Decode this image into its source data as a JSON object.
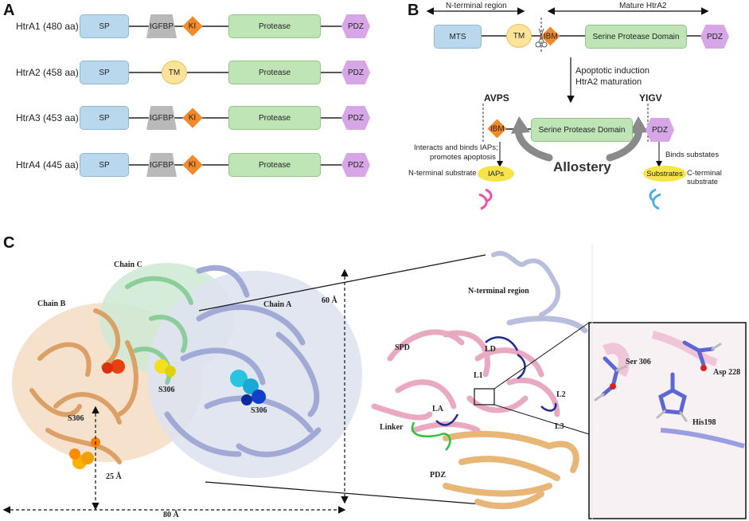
{
  "panel_a": {
    "letter": "A",
    "rows": [
      {
        "label": "HtrA1 (480 aa)"
      },
      {
        "label": "HtrA2 (458 aa)"
      },
      {
        "label": "HtrA3 (453 aa)"
      },
      {
        "label": "HtrA4 (445 aa)"
      }
    ],
    "domains": {
      "sp": "SP",
      "igfbp": "IGFBP",
      "ki": "KI",
      "tm": "TM",
      "protease": "Protease",
      "pdz": "PDZ"
    }
  },
  "panel_b": {
    "letter": "B",
    "n_terminal_region": "N-terminal region",
    "mature": "Mature HtrA2",
    "mts": "MTS",
    "tm": "TM",
    "ibm": "IBM",
    "serine_domain": "Serine Protease Domain",
    "pdz": "PDZ",
    "induction_line1": "Apoptotic induction",
    "induction_line2": "HtrA2 maturation",
    "avps": "AVPS",
    "yigv": "YIGV",
    "interacts_line1": "Interacts and binds IAPs;",
    "interacts_line2": "promotes apoptosis",
    "n_substrate": "N-terminal substrate",
    "iaps": "IAPs",
    "allostery": "Allostery",
    "binds": "Binds substates",
    "substrates": "Substrates",
    "c_substrate": "C-terminal substrate"
  },
  "panel_c": {
    "letter": "C",
    "chain_a": "Chain A",
    "chain_b": "Chain B",
    "chain_c": "Chain C",
    "s306_1": "S306",
    "s306_2": "S306",
    "s306_3": "S306",
    "dim_60": "60 Å",
    "dim_25": "25 Å",
    "dim_80": "80 Å",
    "n_terminal_region": "N-terminal region",
    "ld": "LD",
    "spd": "SPD",
    "l1": "L1",
    "l2": "L2",
    "la": "LA",
    "l3": "L3",
    "linker": "Linker",
    "pdz": "PDZ",
    "ser306": "Ser 306",
    "asp228": "Asp 228",
    "his198": "His198"
  },
  "colors": {
    "sp_blue": "#b9d8ee",
    "protease_green": "#bfe4b6",
    "pdz_purple": "#d6a6e6",
    "ki_orange": "#f08a2c",
    "tm_yellow": "#fbe39a",
    "chain_a": "#aab2dc",
    "chain_b": "#e2b27a",
    "chain_c": "#9fd7a8",
    "spd_pink": "#eaa9c3",
    "pdz_tan": "#e8b777"
  }
}
